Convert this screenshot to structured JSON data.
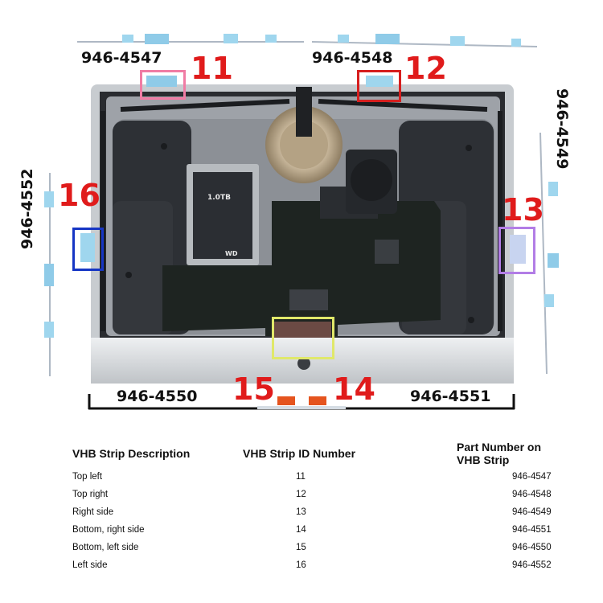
{
  "strips": {
    "top_left": {
      "part": "946-4547",
      "id": "11",
      "color": "#f07ca4"
    },
    "top_right": {
      "part": "946-4548",
      "id": "12",
      "color": "#d61f1f"
    },
    "right_side": {
      "part": "946-4549",
      "id": "13",
      "color": "#b27de6"
    },
    "bottom_right": {
      "part": "946-4551",
      "id": "14",
      "color": "#e0e86a"
    },
    "bottom_left": {
      "part": "946-4550",
      "id": "15",
      "color": "#e0e86a"
    },
    "left_side": {
      "part": "946-4552",
      "id": "16",
      "color": "#1636c4"
    }
  },
  "hdd_label": "1.0TB",
  "hdd_brand": "WD",
  "table": {
    "headers": [
      "VHB Strip Description",
      "VHB Strip ID Number",
      "Part Number on VHB Strip"
    ],
    "rows": [
      [
        "Top left",
        "11",
        "946-4547"
      ],
      [
        "Top right",
        "12",
        "946-4548"
      ],
      [
        "Right side",
        "13",
        "946-4549"
      ],
      [
        "Bottom, right side",
        "14",
        "946-4551"
      ],
      [
        "Bottom, left side",
        "15",
        "946-4550"
      ],
      [
        "Left side",
        "16",
        "946-4552"
      ]
    ]
  }
}
